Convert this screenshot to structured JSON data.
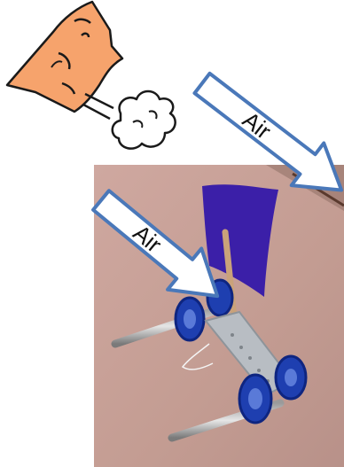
{
  "arrows": [
    {
      "label": "Air"
    },
    {
      "label": "Air"
    }
  ],
  "colors": {
    "skin": "#F6A36C",
    "arrow_fill": "#FFFFFF",
    "arrow_stroke": "#4A78B9",
    "surface": "#C9A396",
    "sail": "#3B1FA8",
    "wheels": "#1E3FB0",
    "chassis": "#B8BDC3"
  },
  "icons": [
    "face-blowing-icon",
    "puff-cloud-icon",
    "sail-car-photo"
  ]
}
